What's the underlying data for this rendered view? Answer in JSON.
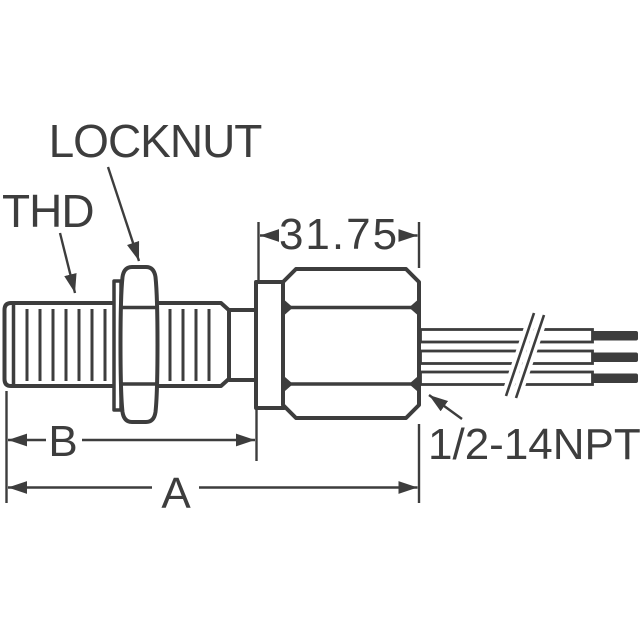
{
  "labels": {
    "locknut": "LOCKNUT",
    "thd": "THD",
    "width_dim": "31.75",
    "dim_b": "B",
    "dim_a": "A",
    "npt": "1/2-14NPT"
  },
  "colors": {
    "line": "#3d3d3d",
    "background": "#ffffff"
  },
  "wires": {
    "count": 3
  }
}
